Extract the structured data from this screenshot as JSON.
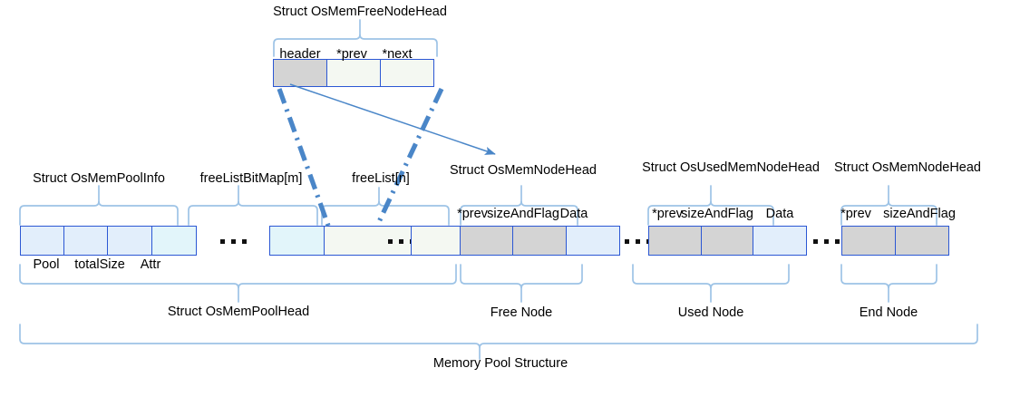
{
  "diagram": {
    "title": "Memory Pool Structure",
    "colors": {
      "border": "#2b57d4",
      "brace": "#9dc3e6",
      "connector": "#4a86c8",
      "cell_blue": "#e2eefb",
      "cell_cyan": "#e2f5fa",
      "cell_pale": "#f4f8f2",
      "cell_gray": "#d4d4d4"
    },
    "top_struct": {
      "label": "Struct OsMemFreeNodeHead",
      "fields": [
        {
          "name": "header",
          "fill": "cell_gray"
        },
        {
          "name": "*prev",
          "fill": "cell_pale"
        },
        {
          "name": "*next",
          "fill": "cell_pale"
        }
      ]
    },
    "pool_head": {
      "info_label": "Struct OsMemPoolInfo",
      "info_fields": [
        "Pool",
        "totalSize",
        "Attr"
      ],
      "bitmap_label": "freeListBitMap[m]",
      "freelist_label": "freeList[n]",
      "bottom_label": "Struct OsMemPoolHead"
    },
    "nodes": [
      {
        "struct_label": "Struct OsMemNodeHead",
        "fields": [
          "*prev",
          "sizeAndFlag",
          "Data"
        ],
        "bottom_label": "Free Node"
      },
      {
        "struct_label": "Struct OsUsedMemNodeHead",
        "fields": [
          "*prev",
          "sizeAndFlag",
          "Data"
        ],
        "bottom_label": "Used Node"
      },
      {
        "struct_label": "Struct OsMemNodeHead",
        "fields": [
          "*prev",
          "sizeAndFlag"
        ],
        "bottom_label": "End Node"
      }
    ],
    "ellipses_count": 4
  }
}
